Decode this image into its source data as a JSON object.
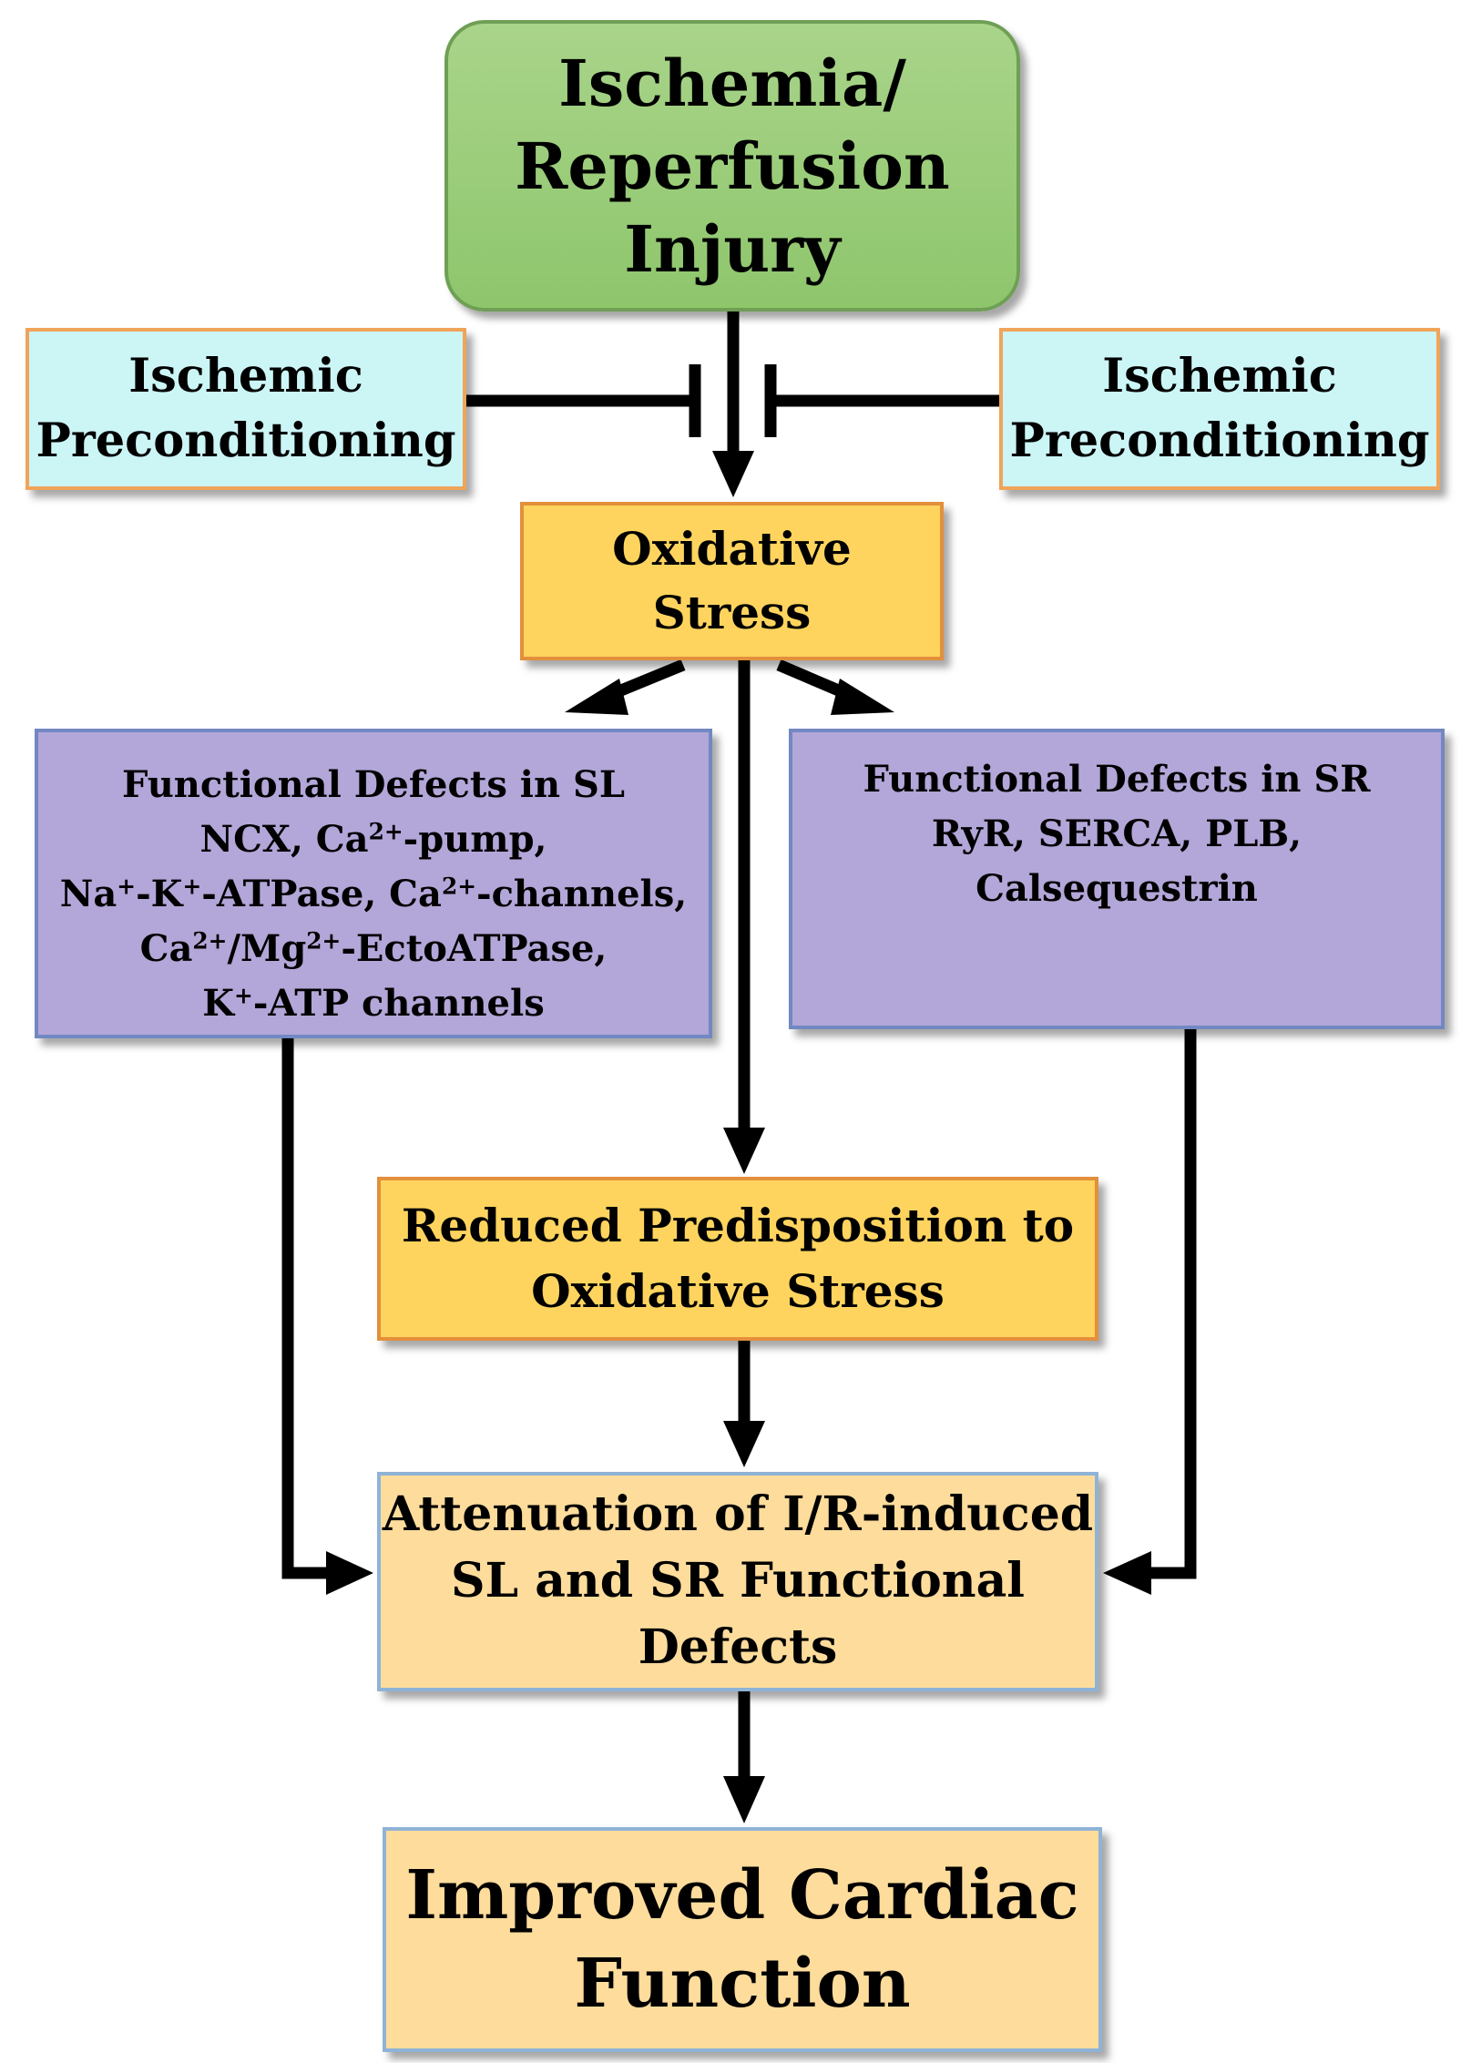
{
  "nodes": {
    "ir": {
      "lines": [
        "Ischemia/",
        "Reperfusion",
        "Injury"
      ]
    },
    "ipc_left": {
      "lines": [
        "Ischemic",
        "Preconditioning"
      ]
    },
    "ipc_right": {
      "lines": [
        "Ischemic",
        "Preconditioning"
      ]
    },
    "os": {
      "lines": [
        "Oxidative",
        "Stress"
      ]
    },
    "sl": {
      "title": "Functional Defects in SL",
      "line2a": "NCX, Ca",
      "line2sup": "2+",
      "line2b": "-pump,",
      "line3a": "Na",
      "line3sup1": "+",
      "line3b": "-K",
      "line3sup2": "+",
      "line3c": "-ATPase, Ca",
      "line3sup3": "2+",
      "line3d": "-channels,",
      "line4a": "Ca",
      "line4sup1": "2+",
      "line4b": "/Mg",
      "line4sup2": "2+",
      "line4c": "-EctoATPase,",
      "line5a": "K",
      "line5sup": "+",
      "line5b": "-ATP channels"
    },
    "sr": {
      "lines": [
        "Functional Defects in SR",
        "RyR, SERCA, PLB,",
        "Calsequestrin"
      ]
    },
    "reduced": {
      "lines": [
        "Reduced Predisposition to",
        "Oxidative Stress"
      ]
    },
    "attenuation": {
      "lines": [
        "Attenuation of I/R-induced",
        "SL and SR Functional",
        "Defects"
      ]
    },
    "improved": {
      "lines": [
        "Improved Cardiac",
        "Function"
      ]
    }
  },
  "colors": {
    "arrow": "#000000",
    "ir_fill": "#9ccc7a",
    "ipc_fill": "#ccf5f6",
    "os_fill": "#fed45e",
    "defects_fill": "#b3a6d8",
    "result_fill": "#fddc9c"
  }
}
